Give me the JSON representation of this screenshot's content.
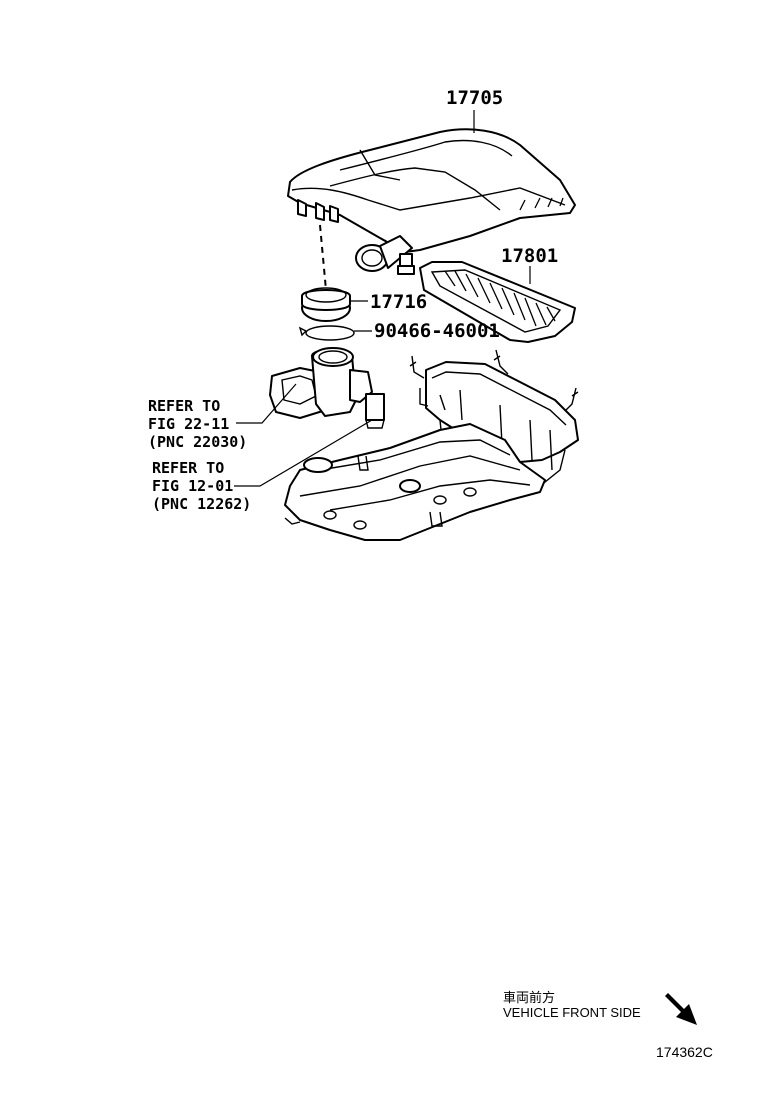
{
  "labels": {
    "cap": "17705",
    "element": "17801",
    "ring": "17716",
    "gasket": "90466-46001"
  },
  "refs": [
    {
      "line1": "REFER TO",
      "line2": "FIG 22-11",
      "line3": "(PNC 22030)"
    },
    {
      "line1": "REFER TO",
      "line2": "FIG 12-01",
      "line3": "(PNC 12262)"
    }
  ],
  "footer": {
    "direction_jp": "車両前方",
    "direction_en": "VEHICLE FRONT SIDE",
    "figure_code": "174362C"
  },
  "icons": {
    "direction": "arrow-down-right-icon"
  }
}
